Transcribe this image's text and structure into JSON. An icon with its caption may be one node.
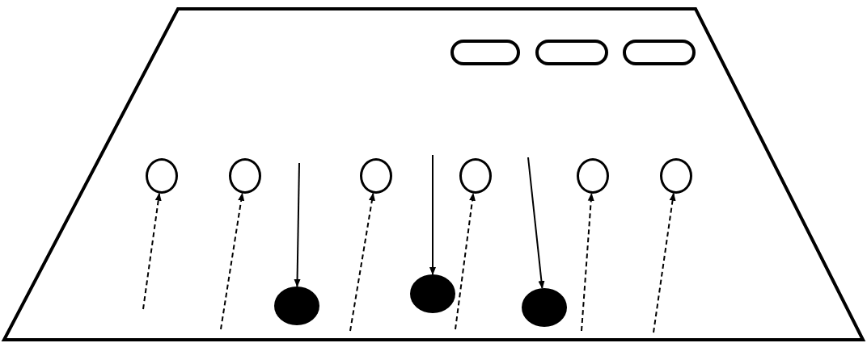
{
  "diagram": {
    "nodes": [
      {
        "text": [],
        "shape": "box"
      },
      {
        "text": [],
        "shape": "box"
      },
      {
        "text": [],
        "shape": "box"
      },
      {
        "text": [],
        "shape": "circle"
      },
      {
        "text": [],
        "shape": "circle"
      },
      {
        "text": [],
        "shape": "circle"
      },
      {
        "text": [],
        "shape": "circle"
      },
      {
        "text": [],
        "shape": "circle"
      },
      {
        "text": [],
        "shape": "circle"
      },
      {
        "text": [],
        "shape": "dot"
      },
      {
        "text": [],
        "shape": "dot"
      },
      {
        "text": [],
        "shape": "dot"
      }
    ],
    "edges": [
      {
        "from": null,
        "to": 3,
        "arrow": "to",
        "style": "dashed"
      },
      {
        "from": null,
        "to": 4,
        "arrow": "to",
        "style": "dashed"
      },
      {
        "from": null,
        "to": 9,
        "arrow": "to"
      },
      {
        "from": null,
        "to": 5,
        "arrow": "to",
        "style": "dashed"
      },
      {
        "from": null,
        "to": 10,
        "arrow": "to"
      },
      {
        "from": null,
        "to": 6,
        "arrow": "to",
        "style": "dashed"
      },
      {
        "from": null,
        "to": 11,
        "arrow": "to"
      },
      {
        "from": null,
        "to": 7,
        "arrow": "to",
        "style": "dashed"
      },
      {
        "from": null,
        "to": 8,
        "arrow": "to",
        "style": "dashed"
      }
    ]
  }
}
